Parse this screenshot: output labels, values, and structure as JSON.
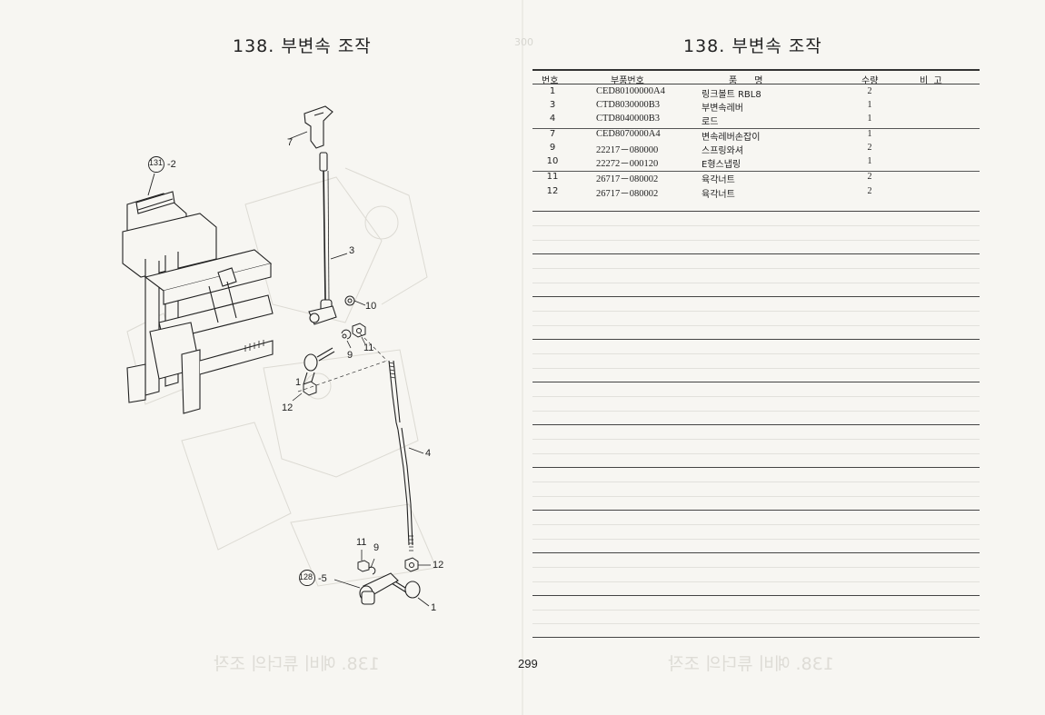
{
  "left_page": {
    "title": "138. 부변속 조작",
    "callouts": [
      {
        "id": "c131",
        "label": "131"
      },
      {
        "id": "c131s",
        "label": "-2"
      },
      {
        "id": "c7",
        "label": "7"
      },
      {
        "id": "c3",
        "label": "3"
      },
      {
        "id": "c10",
        "label": "10"
      },
      {
        "id": "c9a",
        "label": "9"
      },
      {
        "id": "c11a",
        "label": "11"
      },
      {
        "id": "c1a",
        "label": "1"
      },
      {
        "id": "c12a",
        "label": "12"
      },
      {
        "id": "c4",
        "label": "4"
      },
      {
        "id": "c11b",
        "label": "11"
      },
      {
        "id": "c9b",
        "label": "9"
      },
      {
        "id": "c12b",
        "label": "12"
      },
      {
        "id": "c128",
        "label": "128"
      },
      {
        "id": "c128s",
        "label": "-5"
      },
      {
        "id": "c1b",
        "label": "1"
      }
    ]
  },
  "right_page": {
    "title": "138. 부변속 조작",
    "table": {
      "headers": {
        "no": "번호",
        "part_no": "부품번호",
        "name": "품      명",
        "qty": "수량",
        "note": "비  고"
      },
      "rows": [
        {
          "no": "1",
          "part_no": "CED80100000A4",
          "name": "링크볼트 RBL8",
          "qty": "2"
        },
        {
          "no": "3",
          "part_no": "CTD8030000B3",
          "name": "부변속레버",
          "qty": "1"
        },
        {
          "no": "4",
          "part_no": "CTD8040000B3",
          "name": "로드",
          "qty": "1"
        },
        {
          "no": "7",
          "part_no": "CED8070000A4",
          "name": "변속레버손잡이",
          "qty": "1"
        },
        {
          "no": "9",
          "part_no": "22217－080000",
          "name": "스프링와셔",
          "qty": "2"
        },
        {
          "no": "10",
          "part_no": "22272－000120",
          "name": "E형스냅링",
          "qty": "1"
        },
        {
          "no": "11",
          "part_no": "26717－080002",
          "name": "육각너트",
          "qty": "2"
        },
        {
          "no": "12",
          "part_no": "26717－080002",
          "name": "육각너트",
          "qty": "2"
        }
      ]
    }
  },
  "page_number": "299",
  "ghost": {
    "num_top": "300",
    "title_left": "138. 예비 튜더의 조작",
    "title_right": "138. 예비 튜더의 조작"
  }
}
